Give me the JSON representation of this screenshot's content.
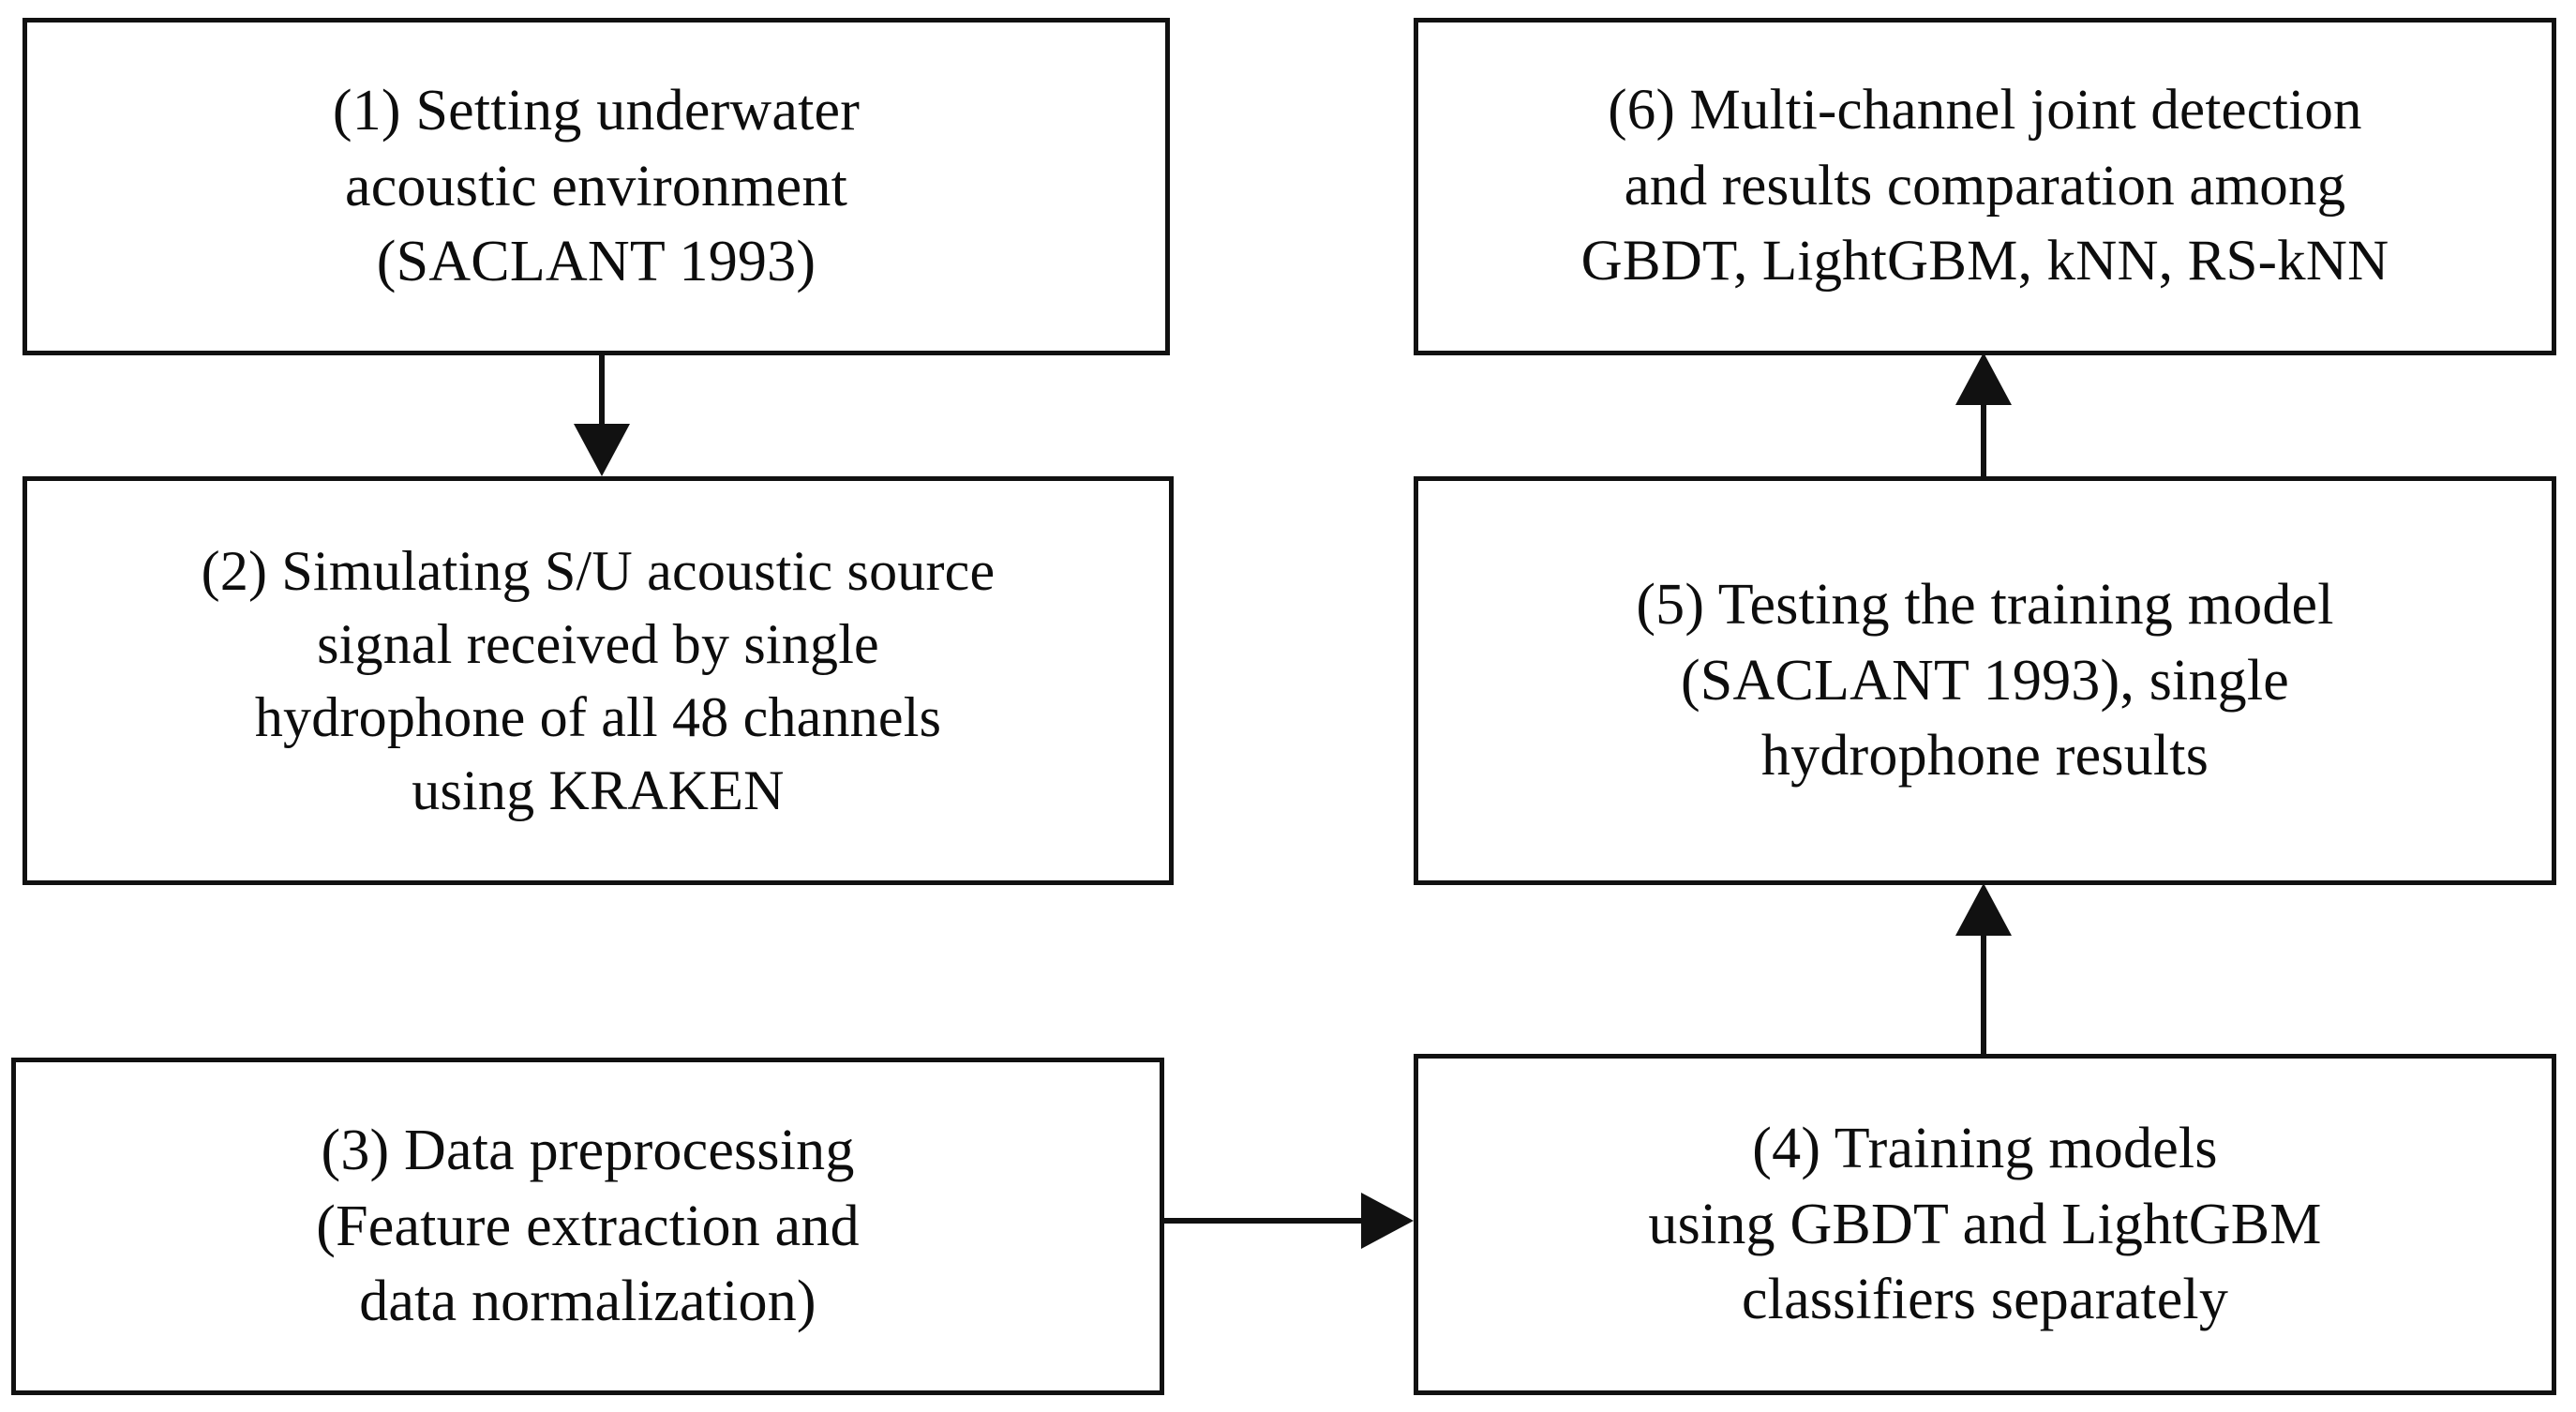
{
  "diagram": {
    "type": "flowchart",
    "orientation": "two-column, left column top-to-bottom then across to right column bottom-to-top",
    "background_color": "#ffffff",
    "box_border_color": "#111111",
    "text_color": "#0d0d0d",
    "nodes": [
      {
        "id": "1",
        "label": "(1) Setting underwater\nacoustic environment\n(SACLANT 1993)",
        "column": "left",
        "row": 1
      },
      {
        "id": "2",
        "label": "(2) Simulating S/U acoustic source\nsignal received by single\nhydrophone of all 48 channels\nusing KRAKEN",
        "column": "left",
        "row": 2
      },
      {
        "id": "3",
        "label": "(3) Data preprocessing\n(Feature extraction and\ndata normalization)",
        "column": "left",
        "row": 3
      },
      {
        "id": "4",
        "label": "(4) Training models\nusing GBDT and LightGBM\nclassifiers separately",
        "column": "right",
        "row": 3
      },
      {
        "id": "5",
        "label": "(5) Testing the training model\n(SACLANT 1993), single\nhydrophone results",
        "column": "right",
        "row": 2
      },
      {
        "id": "6",
        "label": "(6) Multi-channel joint detection\nand results comparation among\nGBDT, LightGBM, kNN, RS-kNN",
        "column": "right",
        "row": 1
      }
    ],
    "edges": [
      {
        "id": "1-2",
        "from": "1",
        "to": "2",
        "direction": "down"
      },
      {
        "id": "3-4",
        "from": "3",
        "to": "4",
        "direction": "right"
      },
      {
        "id": "4-5",
        "from": "4",
        "to": "5",
        "direction": "up"
      },
      {
        "id": "5-6",
        "from": "5",
        "to": "6",
        "direction": "up"
      }
    ]
  }
}
